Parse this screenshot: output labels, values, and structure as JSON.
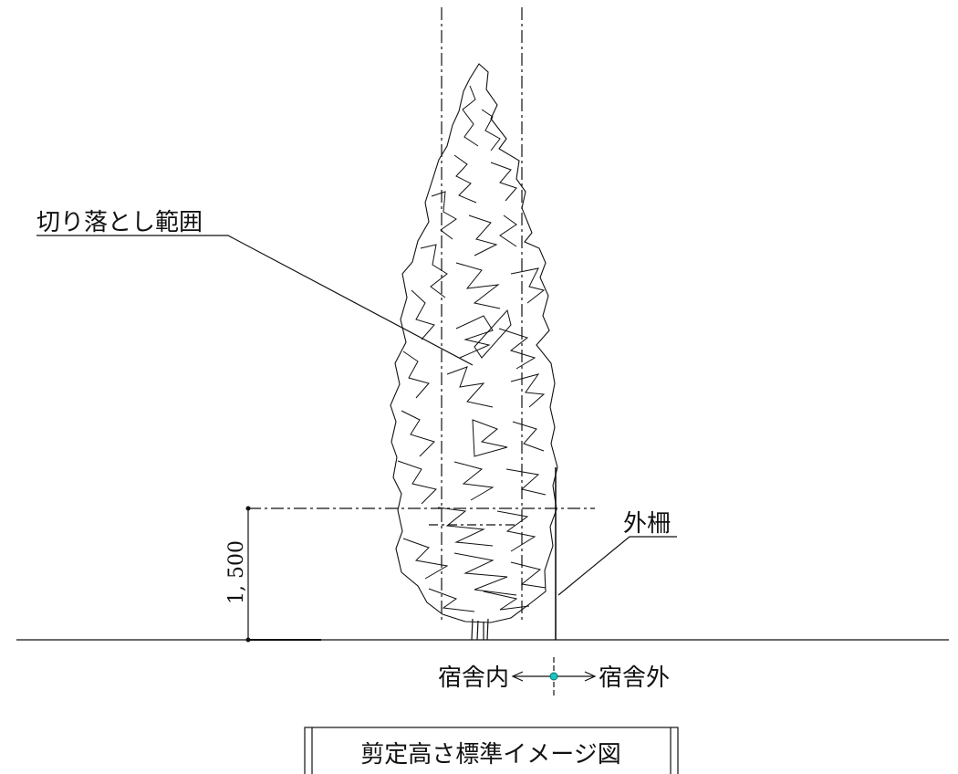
{
  "labels": {
    "cut_range": "切り落とし範囲",
    "outer_fence": "外柵",
    "dimension": "1, 500",
    "inside": "宿舎内",
    "outside": "宿舎外",
    "title": "剪定高さ標準イメージ図"
  },
  "colors": {
    "line": "#111111",
    "marker": "#17c6c0"
  }
}
